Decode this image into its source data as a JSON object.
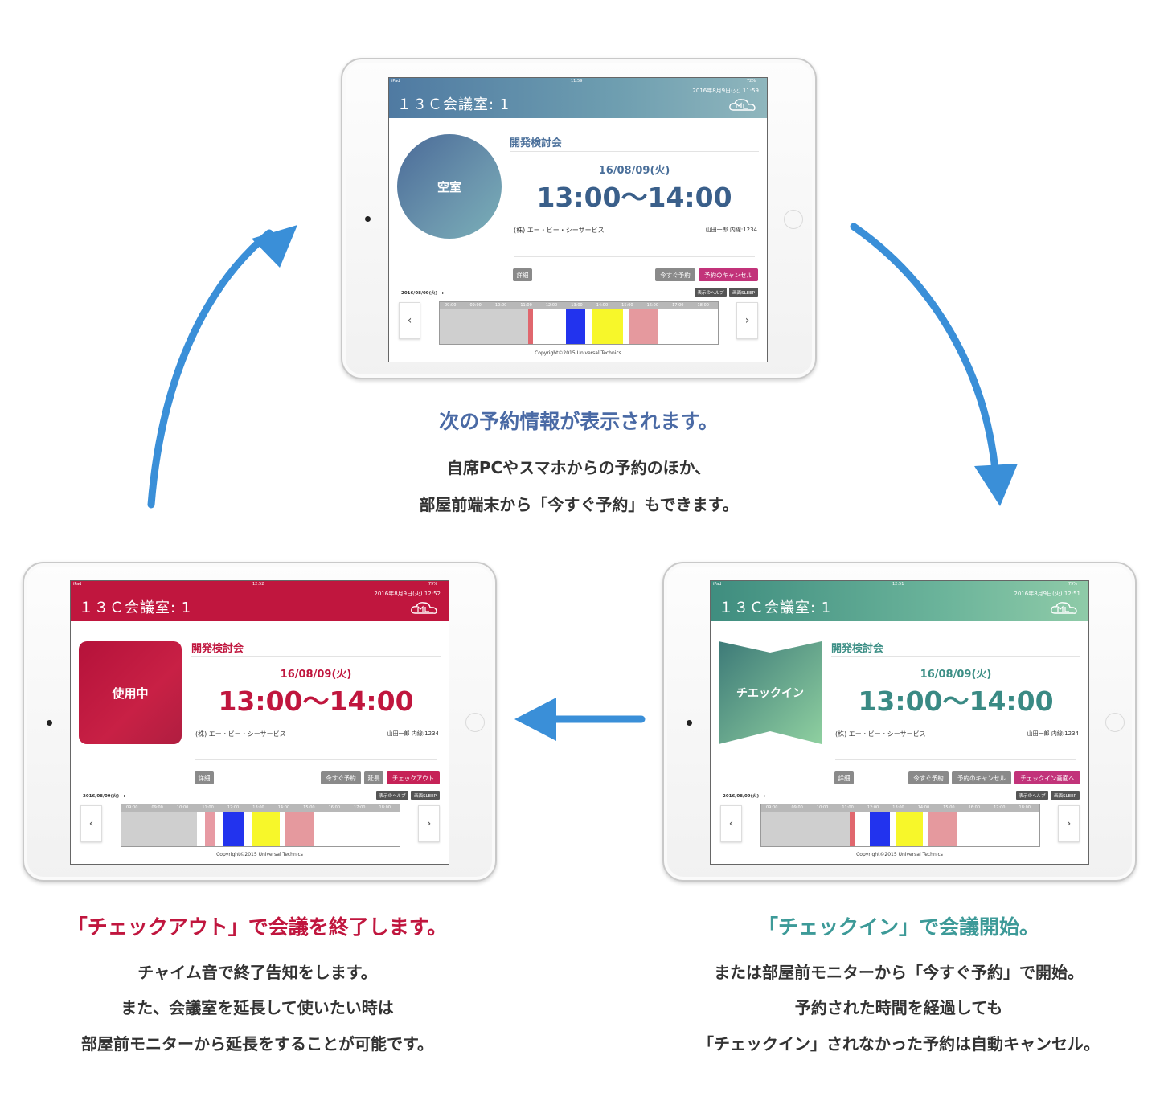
{
  "colors": {
    "accent_blue": "#3a8fd8",
    "vacant": "#4a6f9a",
    "in_use": "#c0163e",
    "checkin": "#3d8f86",
    "timeline_blue": "#2233ee",
    "timeline_yellow": "#f7f72a",
    "timeline_pink": "#e5999e",
    "timeline_gray": "#cfcfcf"
  },
  "panels": {
    "top": {
      "status_time": "11:59",
      "status_left": "iPad",
      "status_battery": "72%",
      "header": {
        "room": "１３Ｃ会議室: 1",
        "datetime": "2016年8月9日(火) 11:59"
      },
      "state_label": "空室",
      "meeting_title": "開発検討会",
      "date": "16/08/09(火)",
      "time": "13:00〜14:00",
      "org": "(株) エー・ビー・シーサービス",
      "person": "山田一郎 内線:1234",
      "buttons": [
        "詳細",
        "今すぐ予約",
        "予約のキャンセル"
      ],
      "small_buttons": [
        "表示のヘルプ",
        "画面SLEEP"
      ],
      "timeline_date": "2016/08/09(火)　:",
      "times": [
        "09:00",
        "09:00",
        "10:00",
        "11:00",
        "12:00",
        "13:00",
        "14:00",
        "15:00",
        "16:00",
        "17:00",
        "18:00"
      ],
      "copyright": "Copyright©2015 Universal Technics"
    },
    "left": {
      "status_time": "12:52",
      "status_left": "iPad",
      "status_battery": "79%",
      "header": {
        "room": "１３Ｃ会議室: 1",
        "datetime": "2016年8月9日(火) 12:52"
      },
      "state_label": "使用中",
      "meeting_title": "開発検討会",
      "date": "16/08/09(火)",
      "time": "13:00〜14:00",
      "org": "(株) エー・ビー・シーサービス",
      "person": "山田一郎 内線:1234",
      "buttons": [
        "詳細",
        "今すぐ予約",
        "延長",
        "チェックアウト"
      ],
      "small_buttons": [
        "表示のヘルプ",
        "画面SLEEP"
      ],
      "timeline_date": "2016/08/09(火)　:",
      "times": [
        "09:00",
        "09:00",
        "10:00",
        "11:00",
        "12:00",
        "13:00",
        "14:00",
        "15:00",
        "16:00",
        "17:00",
        "18:00"
      ],
      "copyright": "Copyright©2015 Universal Technics"
    },
    "right": {
      "status_time": "12:51",
      "status_left": "iPad",
      "status_battery": "79%",
      "header": {
        "room": "１３Ｃ会議室: 1",
        "datetime": "2016年8月9日(火) 12:51"
      },
      "state_label": "チエックイン",
      "meeting_title": "開発検討会",
      "date": "16/08/09(火)",
      "time": "13:00〜14:00",
      "org": "(株) エー・ビー・シーサービス",
      "person": "山田一郎 内線:1234",
      "buttons": [
        "詳細",
        "今すぐ予約",
        "予約のキャンセル",
        "チェックイン画面へ"
      ],
      "small_buttons": [
        "表示のヘルプ",
        "画面SLEEP"
      ],
      "timeline_date": "2016/08/09(火)　:",
      "times": [
        "09:00",
        "09:00",
        "10:00",
        "11:00",
        "12:00",
        "13:00",
        "14:00",
        "15:00",
        "16:00",
        "17:00",
        "18:00"
      ],
      "copyright": "Copyright©2015 Universal Technics"
    }
  },
  "captions": {
    "top": {
      "title": "次の予約情報が表示されます。",
      "lines": [
        "自席PCやスマホからの予約のほか、",
        "部屋前端末から「今すぐ予約」もできます。"
      ]
    },
    "left": {
      "title": "「チェックアウト」で会議を終了します。",
      "lines": [
        "チャイム音で終了告知をします。",
        "また、会議室を延長して使いたい時は",
        "部屋前モニターから延長をすることが可能です。"
      ]
    },
    "right": {
      "title": "「チェックイン」で会議開始。",
      "lines": [
        "または部屋前モニターから「今すぐ予約」で開始。",
        "予約された時間を経過しても",
        "「チェックイン」されなかった予約は自動キャンセル。"
      ]
    }
  }
}
